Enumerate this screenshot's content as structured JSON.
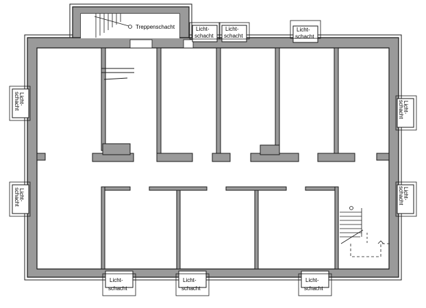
{
  "labels": {
    "stairwell": "Treppenschacht",
    "light_shaft_line1": "Licht-",
    "light_shaft_line2": "schacht"
  },
  "light_shafts": [
    {
      "id": "top-1"
    },
    {
      "id": "top-2"
    },
    {
      "id": "top-3"
    },
    {
      "id": "left-1"
    },
    {
      "id": "left-2"
    },
    {
      "id": "right-1"
    },
    {
      "id": "right-2"
    },
    {
      "id": "bottom-1"
    },
    {
      "id": "bottom-2"
    },
    {
      "id": "bottom-3"
    }
  ],
  "colors": {
    "wall_fill": "#9a9a9a",
    "wall_outline": "#1a1a1a",
    "background": "#ffffff"
  }
}
